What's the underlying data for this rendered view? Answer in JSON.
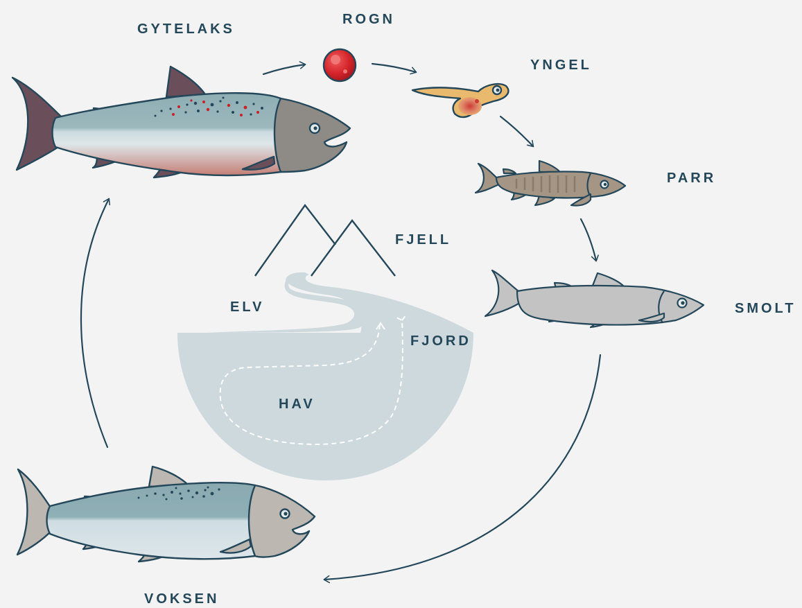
{
  "labels": {
    "gytelaks": "GYTELAKS",
    "rogn": "ROGN",
    "yngel": "YNGEL",
    "parr": "PARR",
    "smolt": "SMOLT",
    "voksen": "VOKSEN",
    "fjell": "FJELL",
    "elv": "ELV",
    "fjord": "FJORD",
    "hav": "HAV"
  },
  "colors": {
    "background": "#f3f3f3",
    "outline": "#24475a",
    "water": "#cdd9dd",
    "roe": "#c62127",
    "spawner_fins": "#6b4f5a",
    "spawner_back": "#90aeb3",
    "spawner_belly": "#c98a80",
    "parr_body": "#a59585",
    "smolt_body": "#c3c3c3",
    "adult_back": "#8fadb3",
    "adult_belly": "#d8e2e6",
    "fry_yolk": "#e9b96d"
  }
}
